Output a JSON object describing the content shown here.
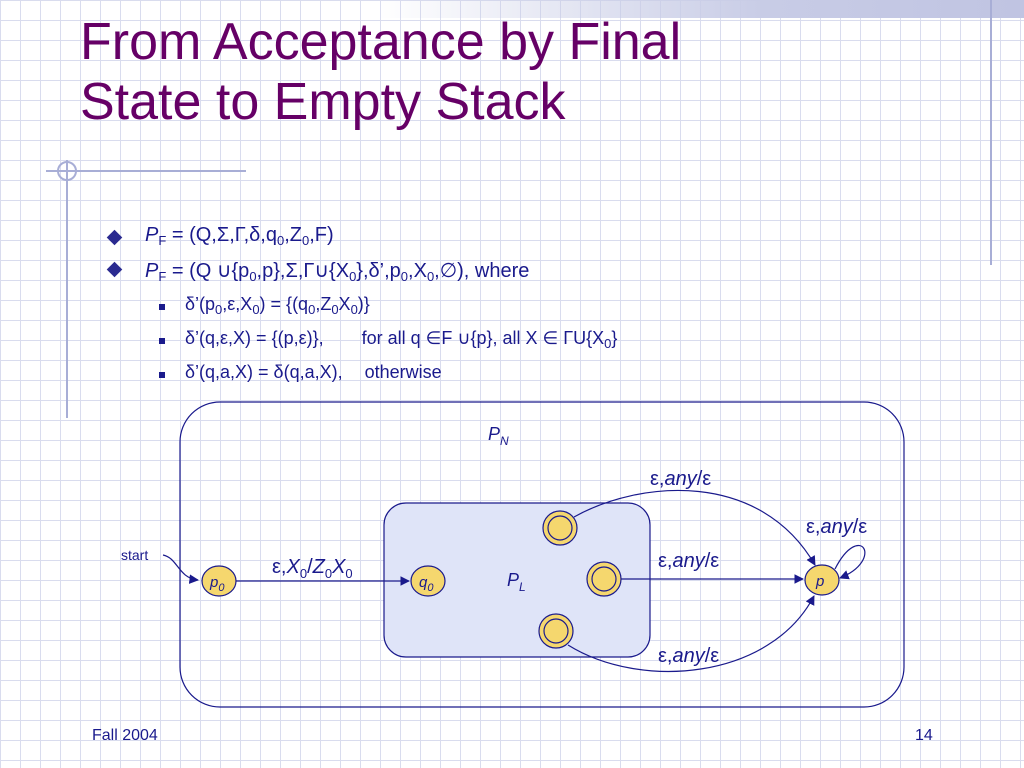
{
  "title": {
    "line1": "From Acceptance by Final",
    "line2": "State to Empty Stack"
  },
  "bullets": {
    "b1": {
      "lhs": "P",
      "lhs_sub": "F",
      "text": " = (Q,Σ,Γ,δ,q",
      "q_sub": "0",
      "z": ",Z",
      "z_sub": "0",
      "tail": ",F)"
    },
    "b2": {
      "lhs": "P",
      "lhs_sub": "F",
      "text": " = (Q ∪{p",
      "p_sub": "0",
      "mid": ",p},Σ,Γ∪{X",
      "x_sub": "0",
      "mid2": "},δ’,p",
      "p2_sub": "0",
      "mid3": ",X",
      "x2_sub": "0",
      "tail": ",∅), where"
    },
    "s1": {
      "a": "δ’(p",
      "a_sub": "0",
      "b": ",ε,X",
      "b_sub": "0",
      "c": ") = {(q",
      "c_sub": "0",
      "d": ",Z",
      "d_sub": "0",
      "e": "X",
      "e_sub": "0",
      "f": ")}"
    },
    "s2": {
      "a": "δ’(q,ε,X) = {(p,ε)},",
      "b": "for all q ∈F ∪{p}, all X ∈ ΓU{X",
      "b_sub": "0",
      "c": "}"
    },
    "s3": {
      "a": "δ’(q,a,X) = δ(q,a,X),",
      "b": "otherwise"
    }
  },
  "diagram": {
    "pn_label": "P",
    "pn_sub": "N",
    "pl_label": "P",
    "pl_sub": "L",
    "start_label": "start",
    "p0_label": "p",
    "p0_sub": "0",
    "q0_label": "q",
    "q0_sub": "0",
    "p_label": "p",
    "edge_p0_q0": "ε,X0/Z0X0",
    "edge_top": "ε,any/ε",
    "edge_loop": "ε,any/ε",
    "edge_mid": "ε,any/ε",
    "edge_bottom": "ε,any/ε"
  },
  "footer": {
    "left": "Fall 2004",
    "right": "14"
  },
  "colors": {
    "title": "#660066",
    "text": "#1a1a8c",
    "state_fill": "#f5d76e",
    "pl_fill": "#dfe4f8"
  }
}
